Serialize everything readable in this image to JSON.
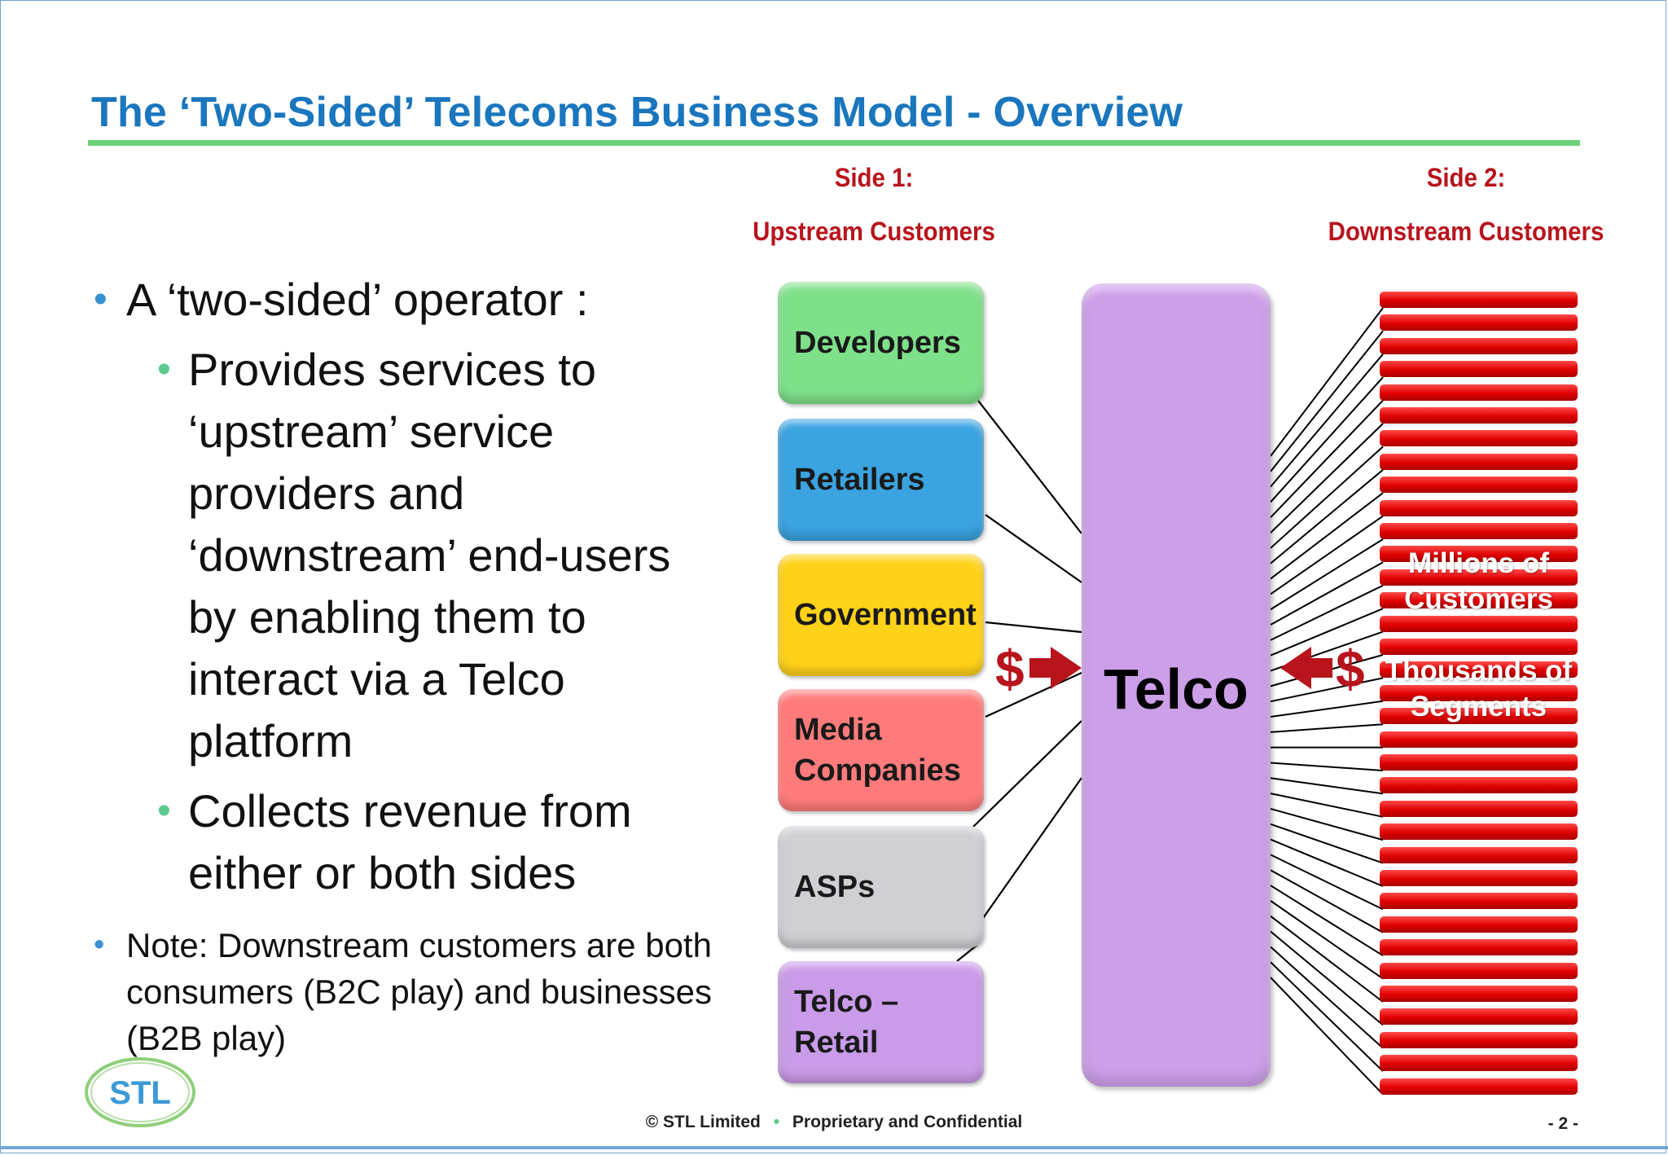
{
  "slide": {
    "title": "The ‘Two-Sided’ Telecoms Business Model - Overview"
  },
  "bullets": {
    "main": "A ‘two-sided’ operator :",
    "sub1": "Provides services to ‘upstream’ service providers and ‘downstream’ end-users by enabling them to interact via a Telco platform",
    "sub2": "Collects revenue from either or both sides",
    "note": "Note:  Downstream customers are both consumers (B2C play) and businesses (B2B play)"
  },
  "diagram": {
    "side1": {
      "label": "Side 1:",
      "sublabel": "Upstream Customers"
    },
    "side2": {
      "label": "Side 2:",
      "sublabel": "Downstream Customers"
    },
    "upstream": [
      {
        "label": "Developers",
        "color": "#7fe08a"
      },
      {
        "label": "Retailers",
        "color": "#3aa3e0"
      },
      {
        "label": "Government",
        "color": "#ffd21a"
      },
      {
        "label": "Media\nCompanies",
        "color": "#ff7b7b"
      },
      {
        "label": "ASPs",
        "color": "#cfcfd4"
      },
      {
        "label": "Telco –\nRetail",
        "color": "#c99be8"
      }
    ],
    "platform": {
      "label": "Telco",
      "color": "#cc9fe9"
    },
    "downstream": {
      "line1": "Millions of\nCustomers",
      "line2": "Thousands of\nSegments",
      "color": "#e01010"
    },
    "revenue_symbol_left": "$",
    "revenue_symbol_right": "$",
    "arrow_color": "#b8141c"
  },
  "footer": {
    "copyright_symbol": "©",
    "company": "STL Limited",
    "separator": "•",
    "confidential": "Proprietary and Confidential",
    "page": "- 2 -"
  },
  "logo": {
    "text": "STL",
    "color": "#3b9ad6"
  }
}
